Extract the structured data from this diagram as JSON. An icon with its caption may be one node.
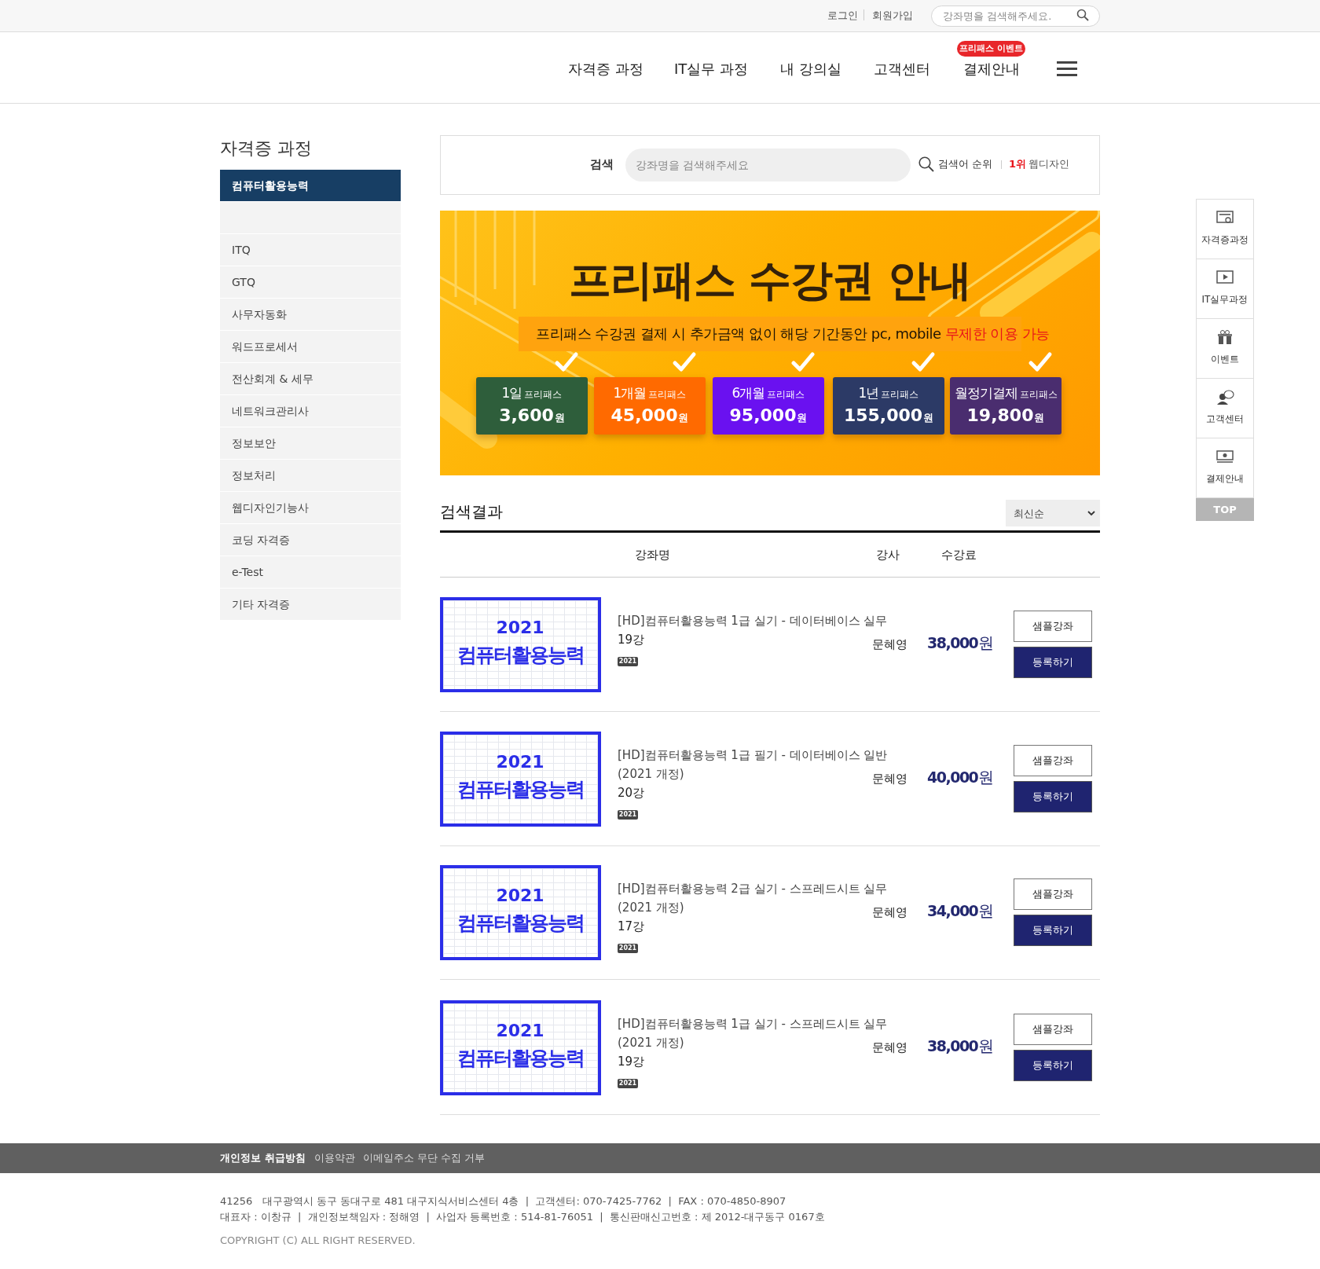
{
  "diagram": {
    "nodes": [
      {
        "text": [
          "강좌명을 검색해주세요."
        ]
      },
      {
        "text": [
          "프리패스 이벤트"
        ]
      },
      {
        "text": [
          "검색",
          "검색어 순위",
          "1위",
          "웹디자인"
        ]
      },
      {
        "text": [
          "강좌명을 검색해주세요"
        ],
        "in": 2
      },
      {
        "text": [
          "컴퓨터활용능력"
        ]
      },
      {
        "text": [],
        "shape": "box"
      },
      {
        "text": [
          "ITQ"
        ]
      },
      {
        "text": [
          "GTQ"
        ]
      },
      {
        "text": [
          "사무자동화"
        ]
      },
      {
        "text": [
          "워드프로세서"
        ]
      },
      {
        "text": [
          "전산회계 & 세무"
        ]
      },
      {
        "text": [
          "네트워크관리사"
        ]
      },
      {
        "text": [
          "정보보안"
        ]
      },
      {
        "text": [
          "정보처리"
        ]
      },
      {
        "text": [
          "웹디자인기능사"
        ]
      },
      {
        "text": [
          "코딩 자격증"
        ]
      },
      {
        "text": [
          "e-Test"
        ]
      },
      {
        "text": [
          "기타 자격증"
        ]
      },
      {
        "text": [
          "프리패스 수강권 안내",
          "프리패스 수강권 결제 시 추가금액 없이 해당 기간동안 pc, mobile",
          "무제한 이용 가능"
        ]
      },
      {
        "text": [
          "1일",
          "프리패스",
          "3,600",
          "원"
        ],
        "in": 18
      },
      {
        "text": [
          "1개월",
          "프리패스",
          "45,000",
          "원"
        ],
        "in": 18
      },
      {
        "text": [
          "6개월",
          "프리패스",
          "95,000",
          "원"
        ],
        "in": 18
      },
      {
        "text": [
          "1년",
          "프리패스",
          "155,000",
          "원"
        ],
        "in": 18
      },
      {
        "text": [
          "월정기결제",
          "프리패스",
          "19,800",
          "원"
        ],
        "in": 18
      },
      {
        "text": [
          "자격증과정"
        ]
      },
      {
        "text": [
          "IT실무과정"
        ]
      },
      {
        "text": [
          "이벤트"
        ]
      },
      {
        "text": [
          "고객센터"
        ]
      },
      {
        "text": [
          "결제안내"
        ]
      },
      {
        "text": [
          "TOP"
        ]
      },
      {
        "text": [
          "최신순"
        ]
      },
      {
        "text": [
          "2021",
          "컴퓨터활용능력"
        ]
      },
      {
        "text": [
          "2021"
        ]
      },
      {
        "text": [
          "샘플강좌"
        ]
      },
      {
        "text": [
          "등록하기"
        ]
      },
      {
        "text": [
          "2021",
          "컴퓨터활용능력"
        ]
      },
      {
        "text": [
          "2021"
        ]
      },
      {
        "text": [
          "샘플강좌"
        ]
      },
      {
        "text": [
          "등록하기"
        ]
      },
      {
        "text": [
          "2021",
          "컴퓨터활용능력"
        ]
      },
      {
        "text": [
          "2021"
        ]
      },
      {
        "text": [
          "샘플강좌"
        ]
      },
      {
        "text": [
          "등록하기"
        ]
      },
      {
        "text": [
          "2021",
          "컴퓨터활용능력"
        ]
      },
      {
        "text": [
          "2021"
        ]
      },
      {
        "text": [
          "샘플강좌"
        ]
      },
      {
        "text": [
          "등록하기"
        ]
      },
      {
        "text": [
          "개인정보 취급방침",
          "이용약관",
          "이메일주소 무단 수집 거부"
        ]
      }
    ],
    "labels": [
      "로그인",
      "회원가입",
      "자격증 과정",
      "IT실무 과정",
      "내 강의실",
      "고객센터",
      "결제안내",
      "자격증 과정",
      "검색결과",
      "강좌명",
      "강사",
      "수강료",
      "[HD]컴퓨터활용능력 1급 실기 - 데이터베이스 실무",
      "19강",
      "문혜영",
      "38,000",
      "원",
      "[HD]컴퓨터활용능력 1급 필기 - 데이터베이스 일반",
      "(2021 개정)",
      "20강",
      "문혜영",
      "40,000",
      "원",
      "[HD]컴퓨터활용능력 2급 실기 - 스프레드시트 실무",
      "(2021 개정)",
      "17강",
      "문혜영",
      "34,000",
      "원",
      "[HD]컴퓨터활용능력 1급 실기 - 스프레드시트 실무",
      "(2021 개정)",
      "19강",
      "문혜영",
      "38,000",
      "원",
      "41256   대구광역시 동구 동대구로 481 대구지식서비스센터 4층  |  고객센터: 070-7425-7762  |  FAX : 070-4850-8907",
      "대표자 : 이창규  |  개인정보책임자 : 정해영  |  사업자 등록번호 : 514-81-76051  |  통신판매신고번호 : 제 2012-대구동구 0167호",
      "COPYRIGHT (C) ALL RIGHT RESERVED."
    ]
  }
}
